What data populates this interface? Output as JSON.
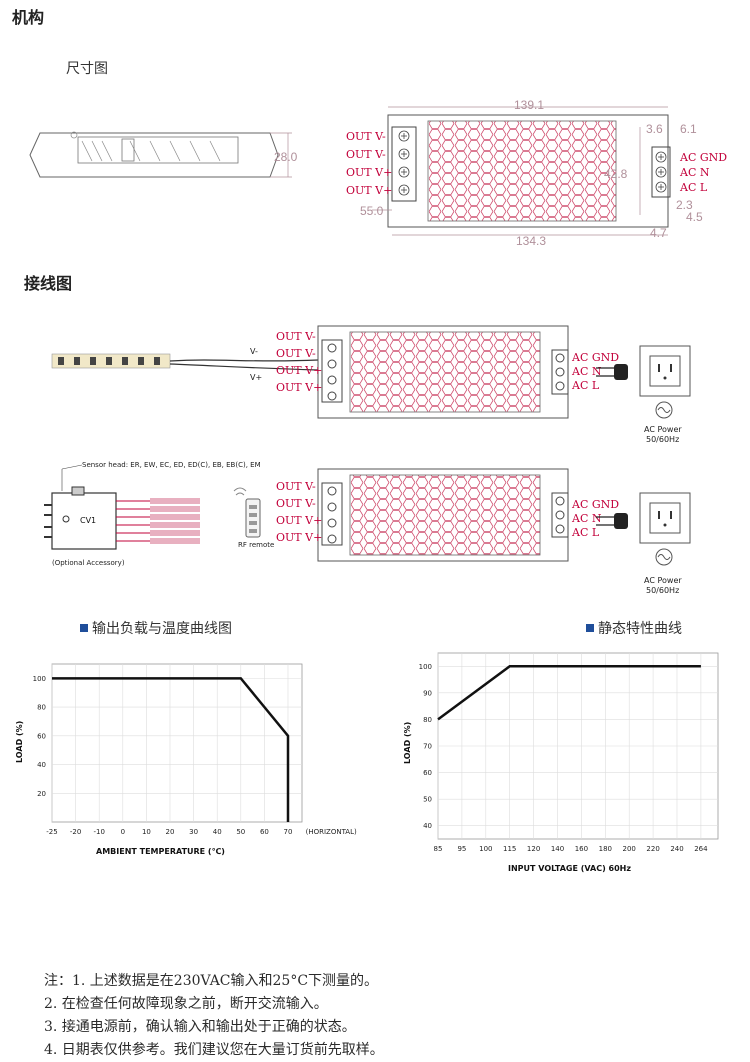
{
  "sections": {
    "mechanism": "机构",
    "dimension_drawing": "尺寸图",
    "wiring": "接线图"
  },
  "dimensions": {
    "side_height": "28.0",
    "top_length": "139.1",
    "height": "42.8",
    "left_offset": "55.0",
    "bottom_length": "134.3",
    "d_3_6": "3.6",
    "d_6_1": "6.1",
    "d_2_3": "2.3",
    "d_4_5": "4.5",
    "d_4_7": "4.7"
  },
  "terminals": {
    "outputs": [
      "OUT V-",
      "OUT V-",
      "OUT V+",
      "OUT V+"
    ],
    "inputs": [
      "AC GND",
      "AC N",
      "AC L"
    ]
  },
  "wiring": {
    "strip_v_minus": "V-",
    "strip_v_plus": "V+",
    "ac_power": "AC Power",
    "ac_freq": "50/60Hz",
    "sensor_head": "Sensor head: ER, EW, EC, ED, ED(C), EB, EB(C), EM",
    "cv1": "CV1",
    "optional_accessory": "(Optional Accessory)",
    "rf_remote": "RF remote"
  },
  "chart_titles": {
    "derating": "输出负载与温度曲线图",
    "static": "静态特性曲线"
  },
  "chart_data": [
    {
      "type": "line",
      "x": [
        -25,
        50,
        70,
        70
      ],
      "y": [
        100,
        100,
        60,
        0
      ],
      "xticks": [
        "-25",
        "-20",
        "-10",
        "0",
        "10",
        "20",
        "30",
        "40",
        "50",
        "60",
        "70"
      ],
      "xtick_suffix": "(HORIZONTAL)",
      "yticks": [
        "20",
        "40",
        "60",
        "80",
        "100"
      ],
      "xlabel": "AMBIENT TEMPERATURE (℃)",
      "ylabel": "LOAD (%)",
      "ylim": [
        0,
        110
      ],
      "grid": true
    },
    {
      "type": "line",
      "x": [
        85,
        115,
        264
      ],
      "y": [
        80,
        100,
        100
      ],
      "xticks": [
        "85",
        "95",
        "100",
        "115",
        "120",
        "140",
        "160",
        "180",
        "200",
        "220",
        "240",
        "264"
      ],
      "yticks": [
        "40",
        "50",
        "60",
        "70",
        "80",
        "90",
        "100"
      ],
      "xlabel": "INPUT VOLTAGE (VAC) 60Hz",
      "ylabel": "LOAD (%)",
      "ylim": [
        35,
        105
      ],
      "grid": true
    }
  ],
  "notes": [
    "注：1. 上述数据是在230VAC输入和25°C下测量的。",
    "2. 在检查任何故障现象之前，断开交流输入。",
    "3. 接通电源前，确认输入和输出处于正确的状态。",
    "4. 日期表仅供参考。我们建议您在大量订货前先取样。"
  ]
}
